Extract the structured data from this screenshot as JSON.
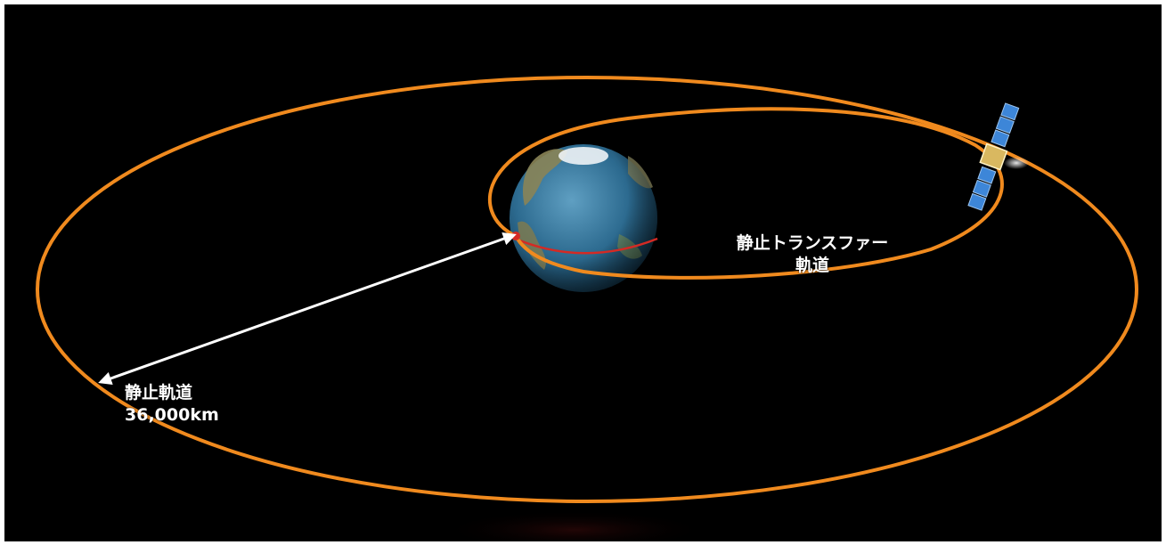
{
  "diagram": {
    "geo_orbit_label": "静止軌道",
    "geo_altitude_label": "36,000km",
    "transfer_orbit_label_line1": "静止トランスファー",
    "transfer_orbit_label_line2": "軌道",
    "colors": {
      "background": "#000000",
      "orbit": "#f08a1e",
      "equator": "#d42a24",
      "arrow": "#ffffff",
      "ocean": "#2c6a8f",
      "solar_panel": "#3d86d8"
    },
    "icons": [
      "earth-icon",
      "satellite-icon"
    ]
  }
}
